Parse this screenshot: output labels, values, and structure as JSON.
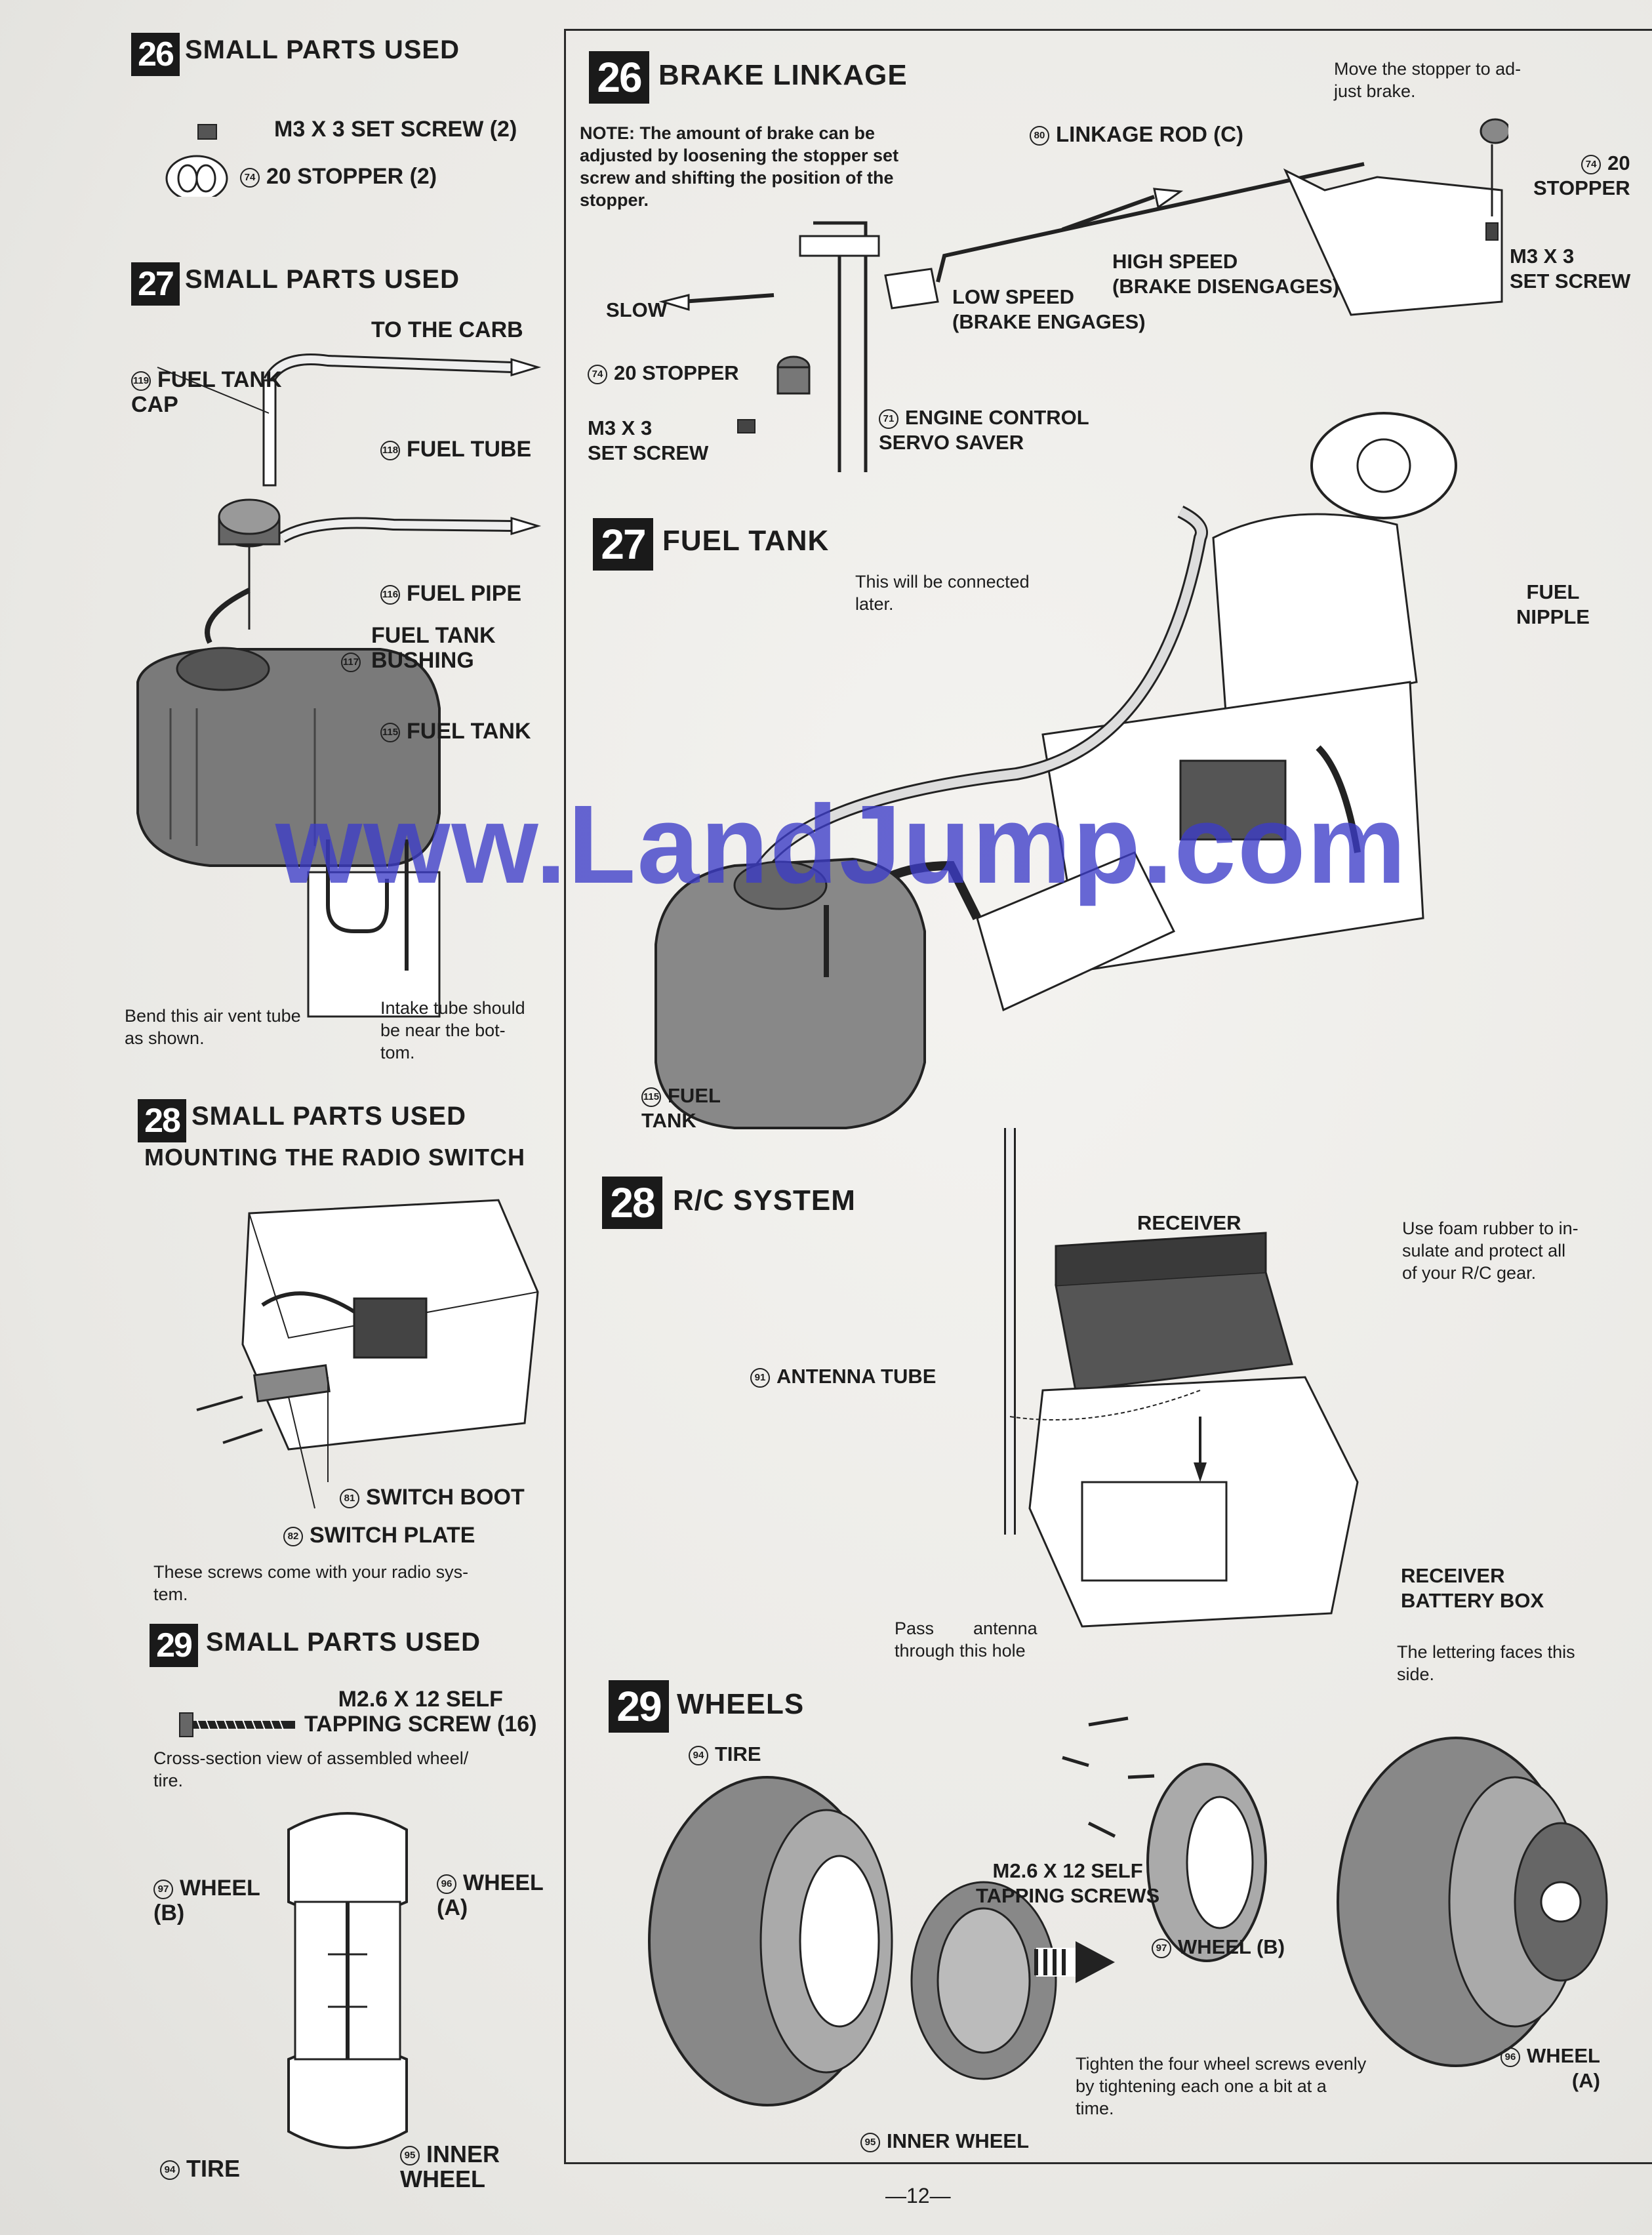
{
  "left": {
    "s26": {
      "badge": "26",
      "title": "SMALL PARTS USED",
      "part1": "M3 X 3 SET SCREW (2)",
      "part2_num": "74",
      "part2": "20 STOPPER (2)"
    },
    "s27": {
      "badge": "27",
      "title": "SMALL PARTS USED",
      "to_carb": "TO THE CARB",
      "cap_num": "119",
      "cap": "FUEL TANK\nCAP",
      "tube_num": "118",
      "tube": "FUEL TUBE",
      "pipe_num": "116",
      "pipe": "FUEL PIPE",
      "bushing_num": "117",
      "bushing": "FUEL TANK\nBUSHING",
      "tank_num": "115",
      "tank": "FUEL TANK",
      "note_vent": "Bend this air vent tube\nas shown.",
      "note_intake": "Intake tube should\nbe near the bot-\ntom."
    },
    "s28": {
      "badge": "28",
      "title": "SMALL PARTS USED",
      "subtitle": "MOUNTING THE RADIO SWITCH",
      "boot_num": "81",
      "boot": "SWITCH BOOT",
      "plate_num": "82",
      "plate": "SWITCH PLATE",
      "note": "These screws come with your radio sys-\ntem."
    },
    "s29": {
      "badge": "29",
      "title": "SMALL PARTS USED",
      "part": "M2.6 X 12 SELF\nTAPPING SCREW (16)",
      "note": "Cross-section view of assembled wheel/\ntire.",
      "wheel_b_num": "97",
      "wheel_b": "WHEEL\n(B)",
      "wheel_a_num": "96",
      "wheel_a": "WHEEL\n(A)",
      "tire_num": "94",
      "tire": "TIRE",
      "inner_num": "95",
      "inner": "INNER\nWHEEL"
    }
  },
  "right": {
    "s26": {
      "badge": "26",
      "title": "BRAKE LINKAGE",
      "note": "NOTE: The amount of brake can be\nadjusted by loosening the stopper set\nscrew and shifting the position of the\nstopper.",
      "rod_num": "80",
      "rod": "LINKAGE ROD (C)",
      "move": "Move the stopper to ad-\njust brake.",
      "stopper_num": "74",
      "stopper_r": "20\nSTOPPER",
      "set_r": "M3 X 3\nSET SCREW",
      "high": "HIGH SPEED\n(BRAKE DISENGAGES)",
      "low": "LOW SPEED\n(BRAKE ENGAGES)",
      "slow": "SLOW",
      "stopper_l": "20 STOPPER",
      "set_l": "M3 X 3\nSET SCREW",
      "servo_num": "71",
      "servo": "ENGINE CONTROL\nSERVO SAVER"
    },
    "s27": {
      "badge": "27",
      "title": "FUEL TANK",
      "note": "This will be connected\nlater.",
      "nipple": "FUEL\nNIPPLE",
      "tank_num": "115",
      "tank": "FUEL\nTANK"
    },
    "s28": {
      "badge": "28",
      "title": "R/C SYSTEM",
      "receiver": "RECEIVER",
      "foam": "Use foam rubber to in-\nsulate and protect all\nof your R/C gear.",
      "antenna_num": "91",
      "antenna": "ANTENNA TUBE",
      "battery": "RECEIVER\nBATTERY BOX",
      "pass": "Pass        antenna\nthrough this hole"
    },
    "s29": {
      "badge": "29",
      "title": "WHEELS",
      "tire_num": "94",
      "tire": "TIRE",
      "screws": "M2.6 X 12 SELF\nTAPPING SCREWS",
      "wheel_b_num": "97",
      "wheel_b": "WHEEL (B)",
      "lettering": "The lettering faces this\nside.",
      "tighten": "Tighten the four wheel screws evenly\nby tightening each one a bit at a\ntime.",
      "inner_num": "95",
      "inner": "INNER WHEEL",
      "wheel_a_num": "96",
      "wheel_a": "WHEEL\n(A)"
    }
  },
  "watermark": "www.LandJump.com",
  "page_number": "—12—"
}
